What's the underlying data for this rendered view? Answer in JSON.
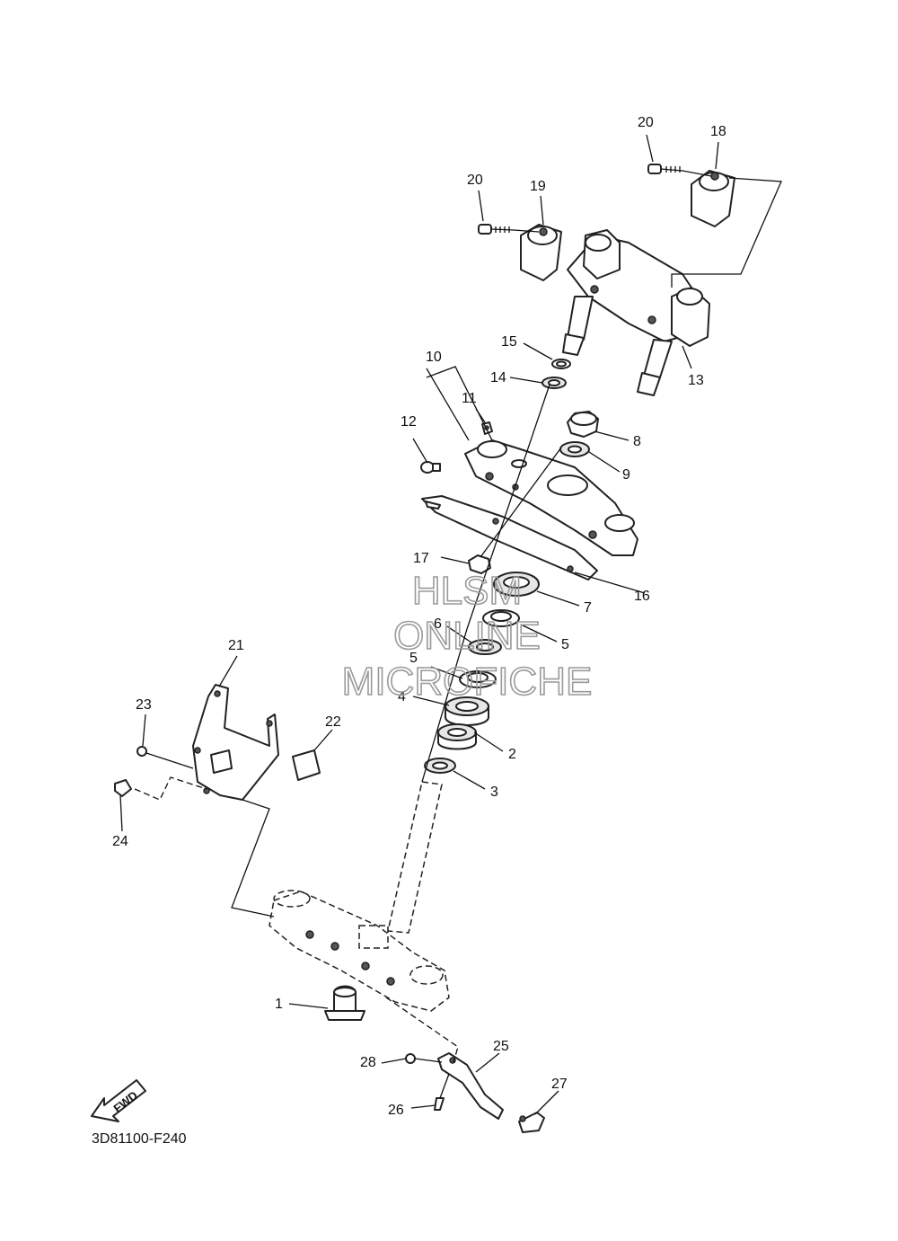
{
  "diagram": {
    "code": "3D81100-F240",
    "fwd_label": "FWD",
    "watermark": {
      "line1": "HLSM",
      "line2": "ONLINE",
      "line3": "MICROFICHE"
    },
    "callouts": [
      "1",
      "2",
      "3",
      "4",
      "5",
      "5",
      "6",
      "7",
      "8",
      "9",
      "10",
      "11",
      "12",
      "13",
      "14",
      "15",
      "16",
      "17",
      "18",
      "19",
      "20",
      "20",
      "21",
      "22",
      "23",
      "24",
      "25",
      "26",
      "27",
      "28"
    ]
  }
}
